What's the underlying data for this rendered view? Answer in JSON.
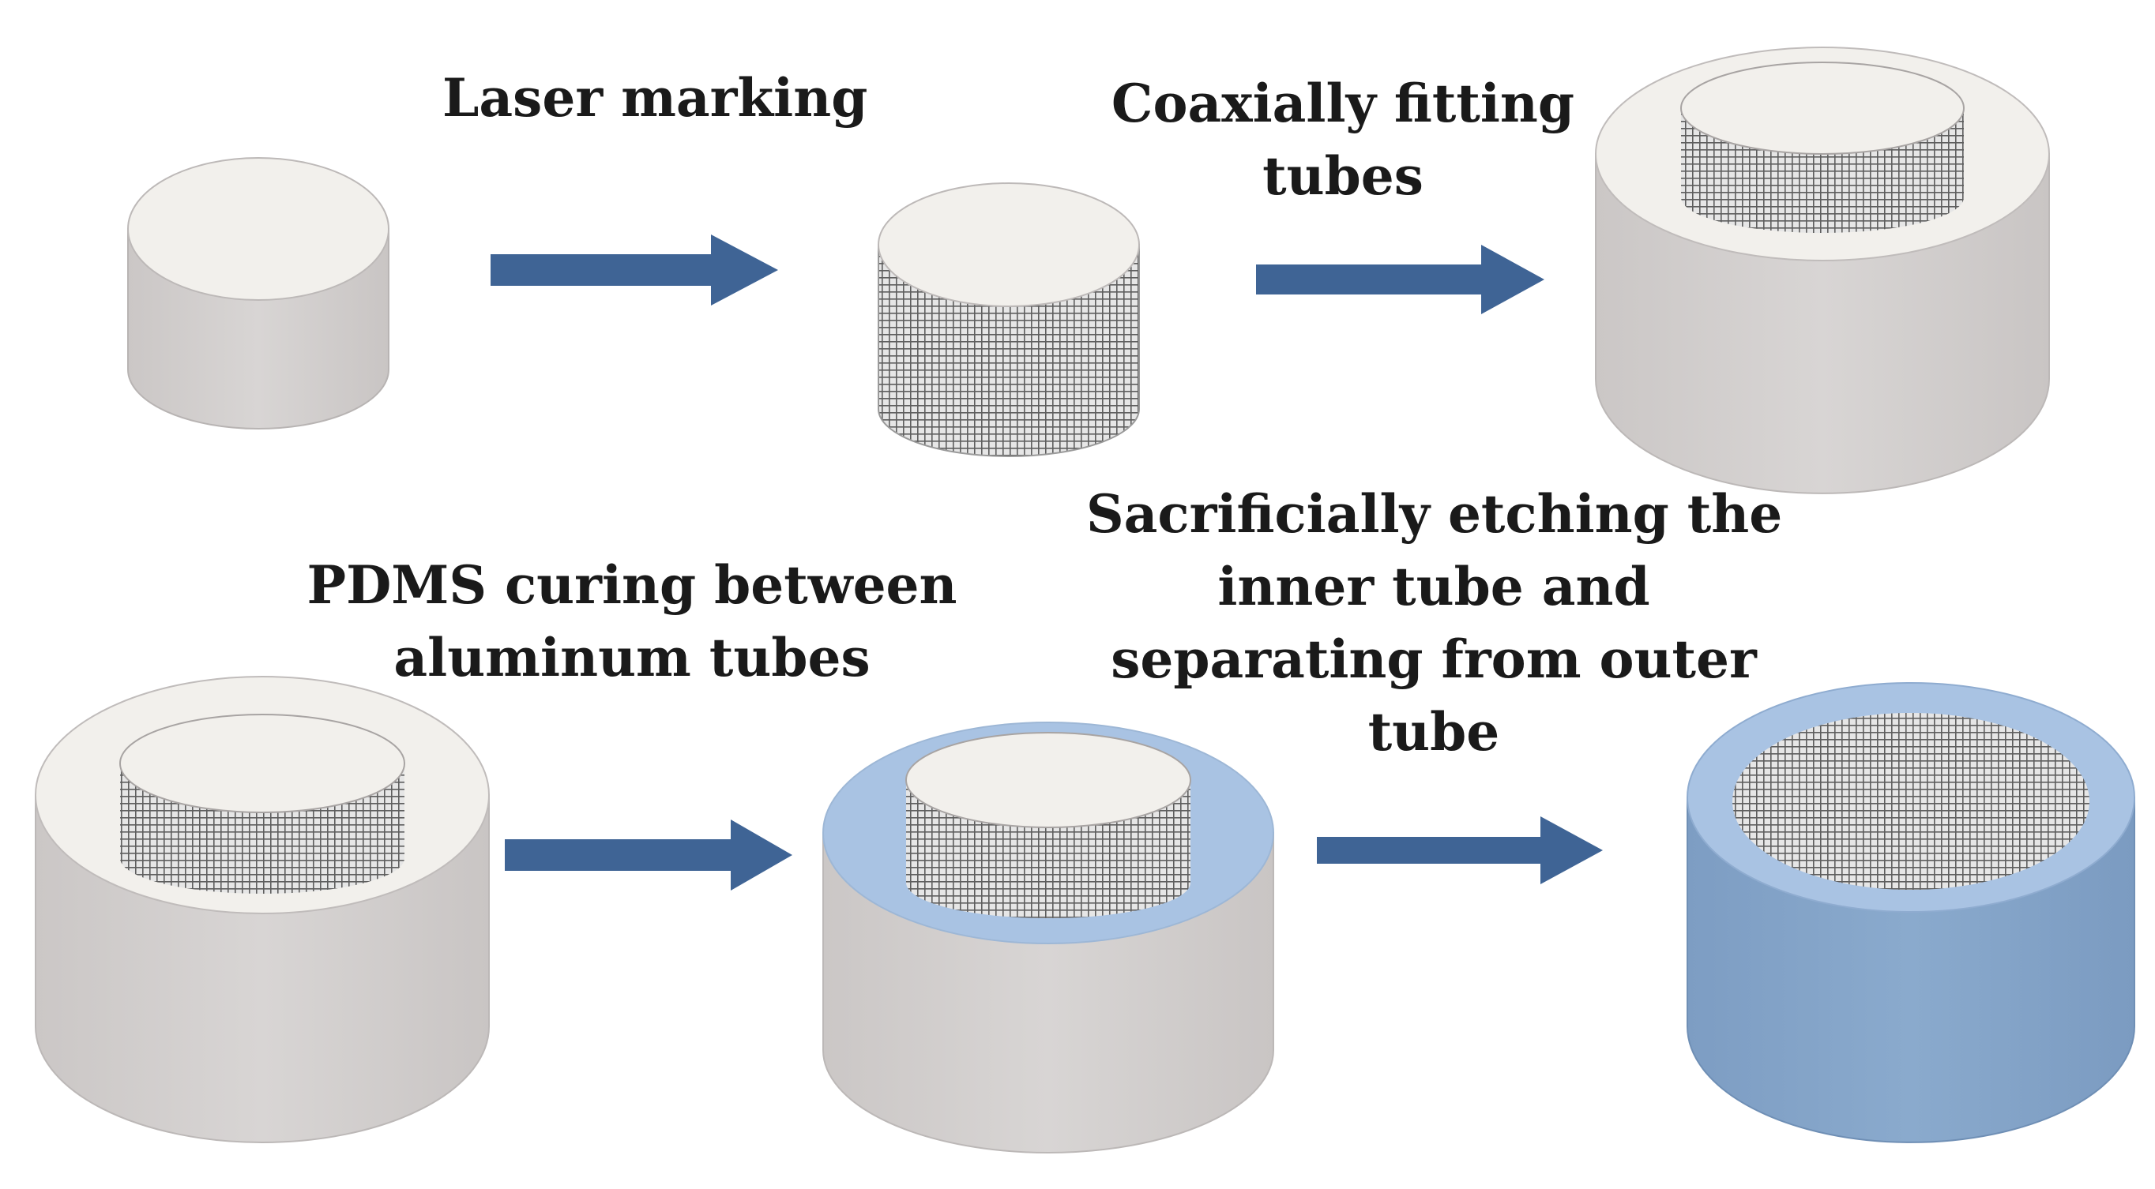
{
  "steps": {
    "laser_marking": [
      "Laser marking"
    ],
    "coaxially_fitting": [
      "Coaxially fitting",
      "tubes"
    ],
    "pdms_curing": [
      "PDMS curing between",
      "aluminum tubes"
    ],
    "sacrificial_etching": [
      "Sacrificially etching the",
      "inner tube and",
      "separating from outer",
      "tube"
    ]
  },
  "colors": {
    "aluminum_side": "#d3d0cf",
    "aluminum_top": "#f2f0ec",
    "mesh": "#6b6b6b",
    "pdms_top": "#a9c3e3",
    "pdms_side": "#84a5c9",
    "arrow": "#3f6495"
  }
}
